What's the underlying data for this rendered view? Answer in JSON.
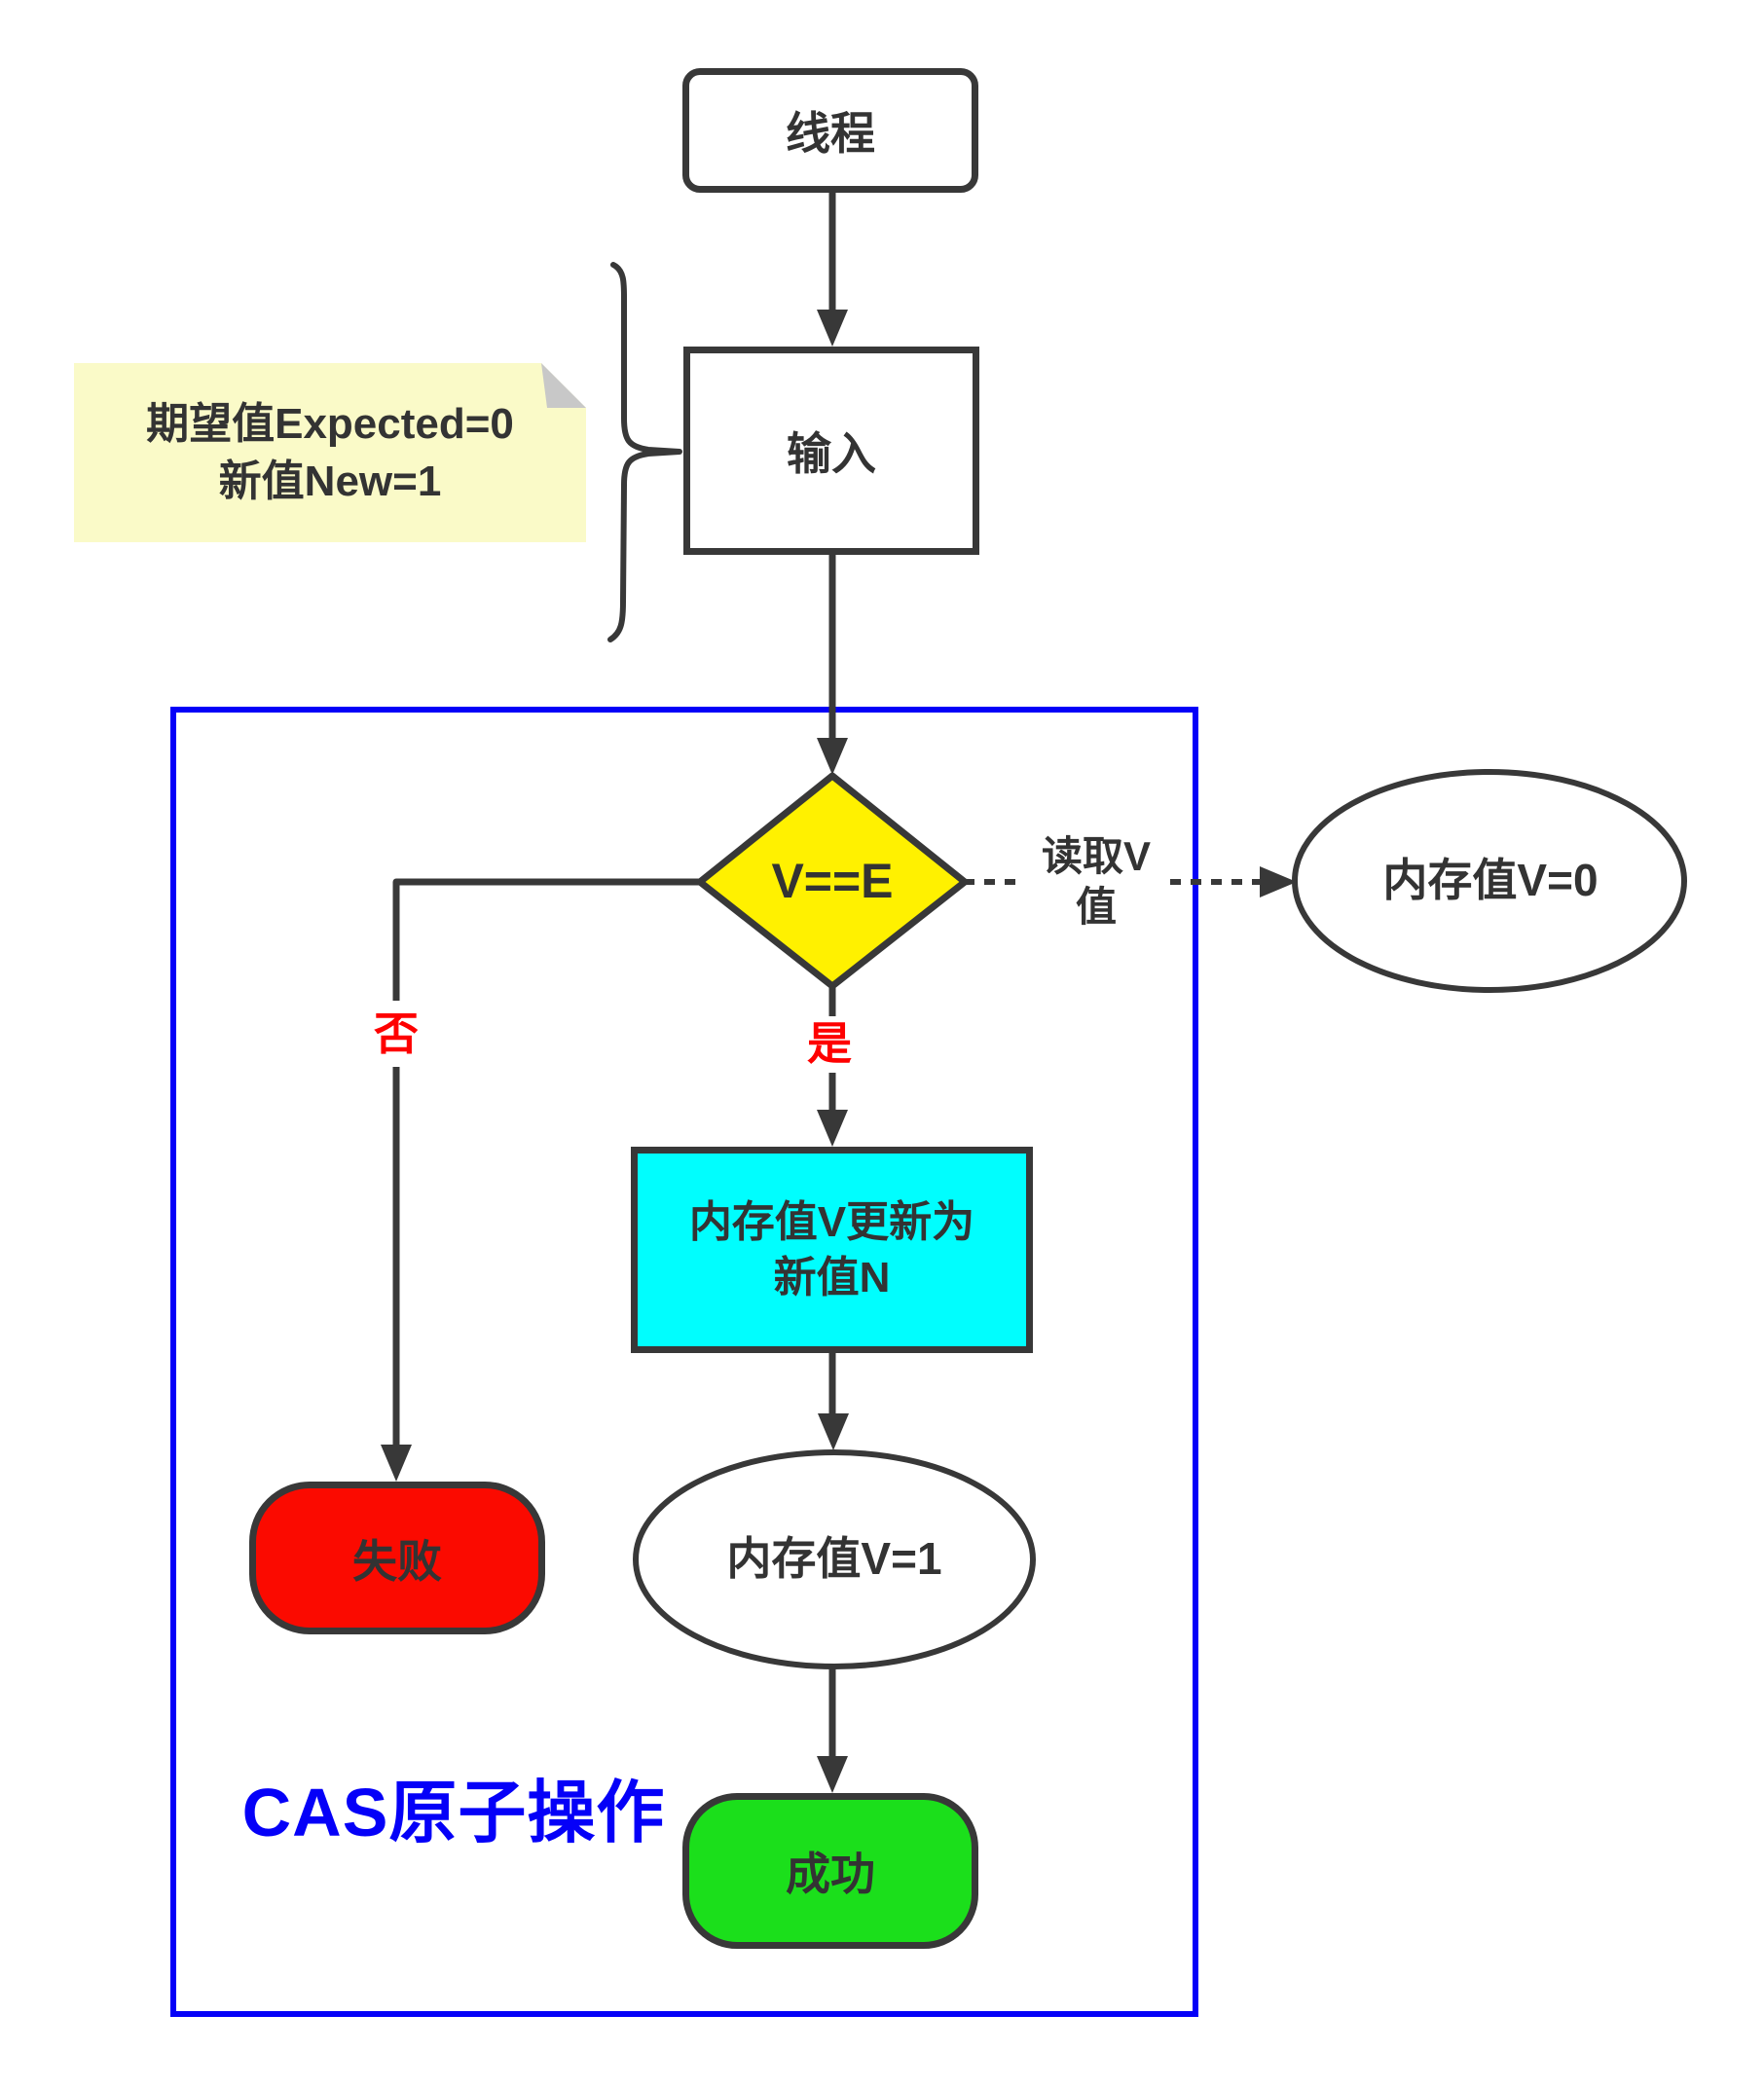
{
  "container": {
    "title": "CAS原子操作"
  },
  "nodes": {
    "thread": {
      "label": "线程"
    },
    "input": {
      "label": "输入"
    },
    "decision": {
      "label": "V==E"
    },
    "memory_v0": {
      "label": "内存值V=0"
    },
    "update": {
      "line1": "内存值V更新为",
      "line2": "新值N"
    },
    "memory_v1": {
      "label": "内存值V=1"
    },
    "fail": {
      "label": "失败"
    },
    "success": {
      "label": "成功"
    }
  },
  "note": {
    "line1": "期望值Expected=0",
    "line2": "新值New=1"
  },
  "edges": {
    "yes": "是",
    "no": "否",
    "read_v": "读取V值"
  },
  "colors": {
    "stroke": "#383838",
    "text": "#333333",
    "blue": "#0500F8",
    "diamond": "#FFF100",
    "cyan": "#00FEFE",
    "red": "#FB0A00",
    "green": "#1BDF1B",
    "label_red": "#FE0000",
    "note_bg": "#FAFAC8",
    "note_fold": "#C8C8C8"
  }
}
